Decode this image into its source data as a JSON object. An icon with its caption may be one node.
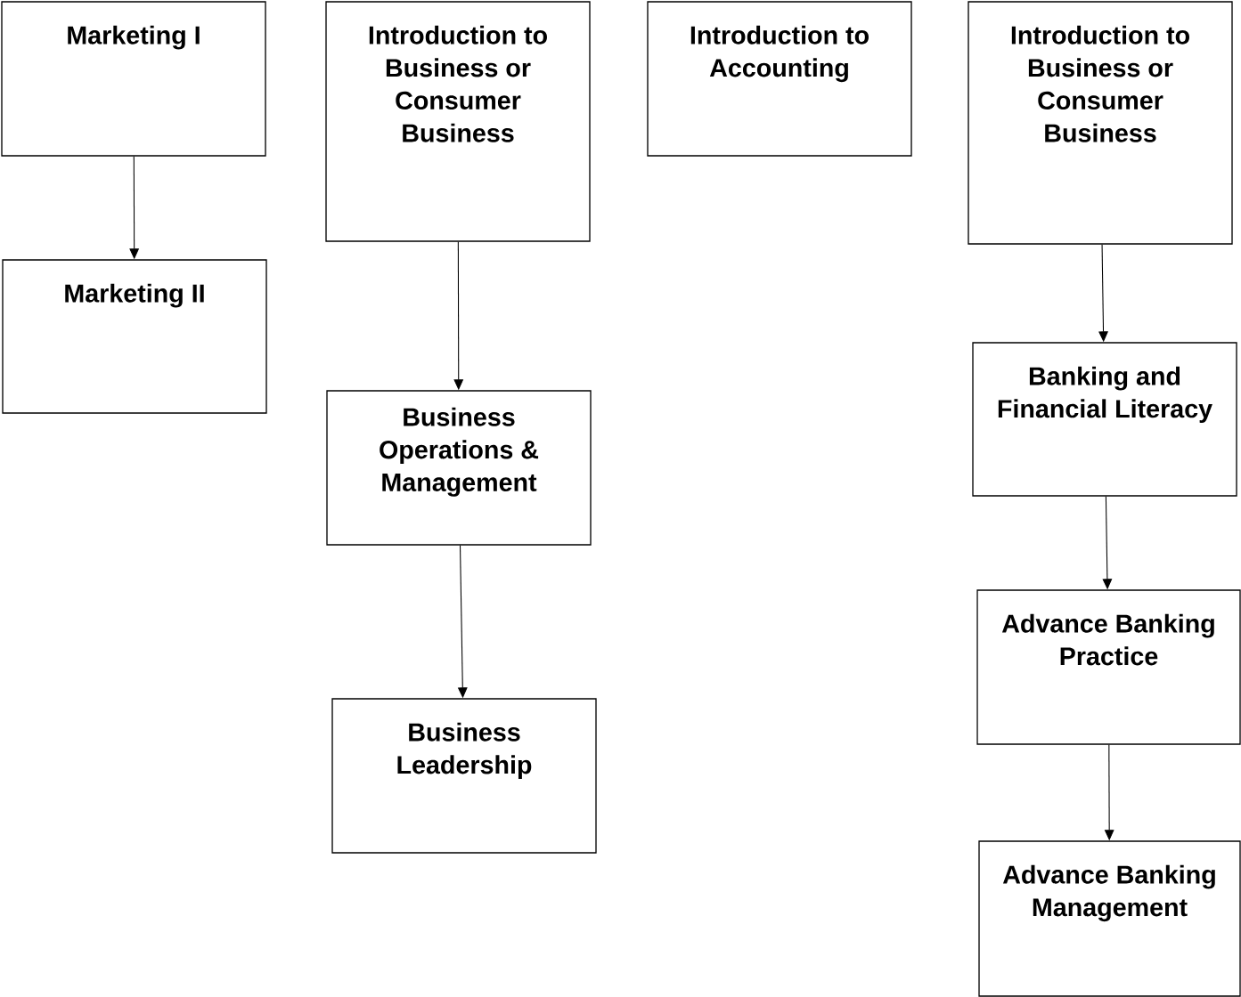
{
  "diagram": {
    "nodes": [
      {
        "text": [
          "Marketing I"
        ]
      },
      {
        "text": [
          "Introduction to Business or Consumer Business"
        ]
      },
      {
        "text": [
          "Introduction to Accounting"
        ]
      },
      {
        "text": [
          "Introduction to Business or Consumer Business"
        ]
      },
      {
        "text": [
          "Marketing II"
        ]
      },
      {
        "text": [
          "Banking and Financial Literacy"
        ]
      },
      {
        "text": [
          "Business Operations & Management"
        ]
      },
      {
        "text": [
          "Advance Banking Practice"
        ]
      },
      {
        "text": [
          "Business Leadership"
        ]
      },
      {
        "text": [
          "Advance Banking Management"
        ]
      }
    ],
    "edges": [
      {
        "from": 0,
        "to": 4,
        "arrow": "to"
      },
      {
        "from": 1,
        "to": 6,
        "arrow": "to"
      },
      {
        "from": 6,
        "to": 8,
        "arrow": "to"
      },
      {
        "from": 3,
        "to": 5,
        "arrow": "to"
      },
      {
        "from": 5,
        "to": 7,
        "arrow": "to"
      },
      {
        "from": 7,
        "to": 9,
        "arrow": "to"
      }
    ]
  }
}
